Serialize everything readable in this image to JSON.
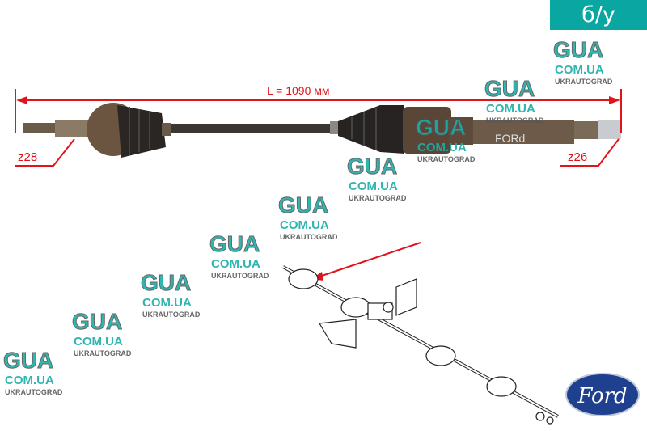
{
  "badge": {
    "label": "б/у"
  },
  "dimension": {
    "length_label": "L = 1090 мм"
  },
  "splines": {
    "left": "z28",
    "right": "z26"
  },
  "part_marking": "FORd",
  "watermark": {
    "brand": "GUA",
    "domain": "COM.UA",
    "name": "UKRAUTOGRAD"
  },
  "logo": {
    "text": "Ford"
  },
  "colors": {
    "badge": "#0aa6a1",
    "dimension": "#e0141a",
    "watermark_teal": "#1aaea8",
    "watermark_grey": "#555555",
    "ford_blue": "#1f3f8f"
  }
}
